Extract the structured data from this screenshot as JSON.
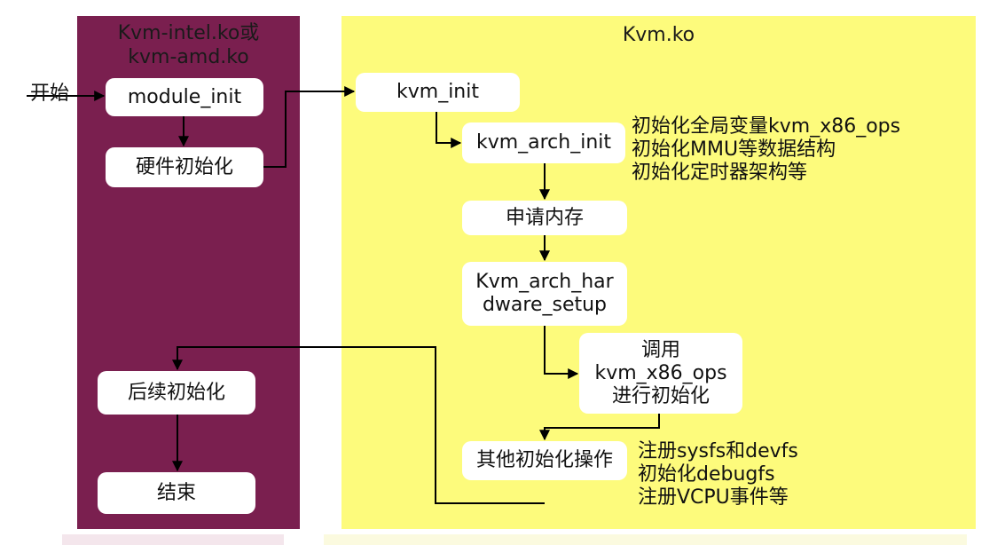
{
  "left_panel": {
    "title": "Kvm-intel.ko或\nkvm-amd.ko"
  },
  "right_panel": {
    "title": "Kvm.ko"
  },
  "start_label": "开始",
  "nodes": {
    "module_init": "module_init",
    "hardware_init": "硬件初始化",
    "follow_init": "后续初始化",
    "end": "结束",
    "kvm_init": "kvm_init",
    "kvm_arch_init": "kvm_arch_init",
    "alloc_memory": "申请内存",
    "hardware_setup": "Kvm_arch_har\ndware_setup",
    "call_ops": "调用\nkvm_x86_ops\n进行初始化",
    "other_init": "其他初始化操作"
  },
  "notes": {
    "arch_init": [
      "初始化全局变量kvm_x86_ops",
      "初始化MMU等数据结构",
      "初始化定时器架构等"
    ],
    "other_init": [
      "注册sysfs和devfs",
      "初始化debugfs",
      "注册VCPU事件等"
    ]
  },
  "colors": {
    "left_panel": "#7a1f4f",
    "right_panel": "#fdfb7c",
    "node": "#ffffff",
    "line": "#000000"
  }
}
